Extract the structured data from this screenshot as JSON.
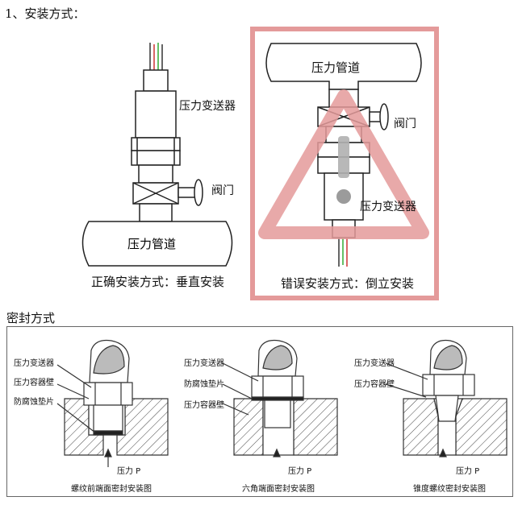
{
  "section_install": {
    "heading": "1、安装方式：",
    "correct": {
      "pipe_label": "压力管道",
      "transmitter_label": "压力变送器",
      "valve_label": "阀门",
      "caption": "正确安装方式：垂直安装"
    },
    "wrong": {
      "pipe_label": "压力管道",
      "valve_label": "阀门",
      "transmitter_label": "压力变送器",
      "caption": "错误安装方式：倒立安装",
      "warning_color": "#e49a9a"
    }
  },
  "section_seal": {
    "heading": "密封方式",
    "diagrams": [
      {
        "labels": [
          "压力变送器",
          "压力容器壁",
          "防腐蚀垫片"
        ],
        "pressure": "压力 P",
        "caption": "螺纹前端面密封安装图"
      },
      {
        "labels": [
          "压力变送器",
          "防腐蚀垫片",
          "压力容器壁"
        ],
        "pressure": "压力 P",
        "caption": "六角端面密封安装图"
      },
      {
        "labels": [
          "压力变送器",
          "压力容器壁"
        ],
        "pressure": "压力 P",
        "caption": "锥度螺纹密封安装图"
      }
    ]
  }
}
